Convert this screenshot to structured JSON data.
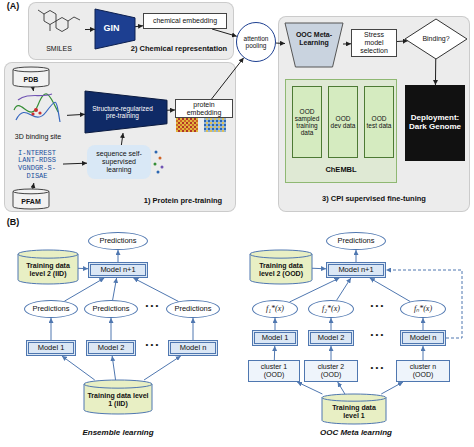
{
  "diagram": {
    "nodes": [
      {
        "text": [
          "2) Chemical representation"
        ]
      },
      {
        "text": [
          "SMILES"
        ],
        "in": 0
      },
      {
        "text": [
          "GIN"
        ],
        "in": 0
      },
      {
        "text": [
          "chemical embedding"
        ],
        "in": 0
      },
      {
        "text": [
          "1) Protein pre-training"
        ]
      },
      {
        "text": [
          "PDB"
        ],
        "in": 4
      },
      {
        "text": [
          "3D binding site"
        ],
        "in": 4
      },
      {
        "text": [
          "I-NTEREST LANT-RDSS VGNDGR-S- DISAE"
        ],
        "in": 4
      },
      {
        "text": [
          "PFAM"
        ],
        "in": 4
      },
      {
        "text": [
          "Structure-regularized pre-training"
        ],
        "in": 4
      },
      {
        "text": [
          "sequence self-supervised learning"
        ],
        "in": 4
      },
      {
        "text": [
          "protein embedding"
        ],
        "in": 4
      },
      {
        "text": [
          "3) CPI supervised fine-tuning"
        ]
      },
      {
        "text": [
          "attention pooling"
        ]
      },
      {
        "text": [
          "OOC Meta-Learning"
        ],
        "in": 12
      },
      {
        "text": [
          "Stress model selection"
        ],
        "in": 12
      },
      {
        "text": [
          "Binding?"
        ],
        "in": 12
      },
      {
        "text": [
          "ChEMBL"
        ],
        "in": 12
      },
      {
        "text": [
          "OOD sampled training data"
        ],
        "in": 17
      },
      {
        "text": [
          "OOD dev data"
        ],
        "in": 17
      },
      {
        "text": [
          "OOD test data"
        ],
        "in": 17
      },
      {
        "text": [
          "Deployment: Dark Genome"
        ],
        "in": 12
      },
      {
        "text": [
          "Predictions"
        ]
      },
      {
        "text": [
          "Model n+1"
        ]
      },
      {
        "text": [
          "Training data level 2 (IID)"
        ]
      },
      {
        "text": [
          "Predictions"
        ]
      },
      {
        "text": [
          "Predictions"
        ]
      },
      {
        "text": [
          "Predictions"
        ]
      },
      {
        "text": [
          "Model 1"
        ]
      },
      {
        "text": [
          "Model 2"
        ]
      },
      {
        "text": [
          "Model n"
        ]
      },
      {
        "text": [
          "Training data level 1 (IID)"
        ]
      },
      {
        "text": [
          "Predictions"
        ]
      },
      {
        "text": [
          "Model n+1"
        ]
      },
      {
        "text": [
          "Training data level 2 (OOD)"
        ]
      },
      {
        "text": [
          "f₁*(x)"
        ]
      },
      {
        "text": [
          "f₂*(x)"
        ]
      },
      {
        "text": [
          "fₙ*(x)"
        ]
      },
      {
        "text": [
          "Model 1"
        ]
      },
      {
        "text": [
          "Model 2"
        ]
      },
      {
        "text": [
          "Model n"
        ]
      },
      {
        "text": [
          "cluster 1 (OOD)"
        ]
      },
      {
        "text": [
          "cluster 2 (OOD)"
        ]
      },
      {
        "text": [
          "cluster n (OOD)"
        ]
      },
      {
        "text": [
          "Training data level 1"
        ]
      }
    ],
    "edges": [
      {
        "from": 1,
        "to": 2,
        "arrow": "to"
      },
      {
        "from": 2,
        "to": 3,
        "arrow": "to"
      },
      {
        "from": 3,
        "to": 13,
        "arrow": "to"
      },
      {
        "from": 11,
        "to": 13,
        "arrow": "to"
      },
      {
        "from": 13,
        "to": 14,
        "arrow": "to"
      },
      {
        "from": 14,
        "to": 15,
        "arrow": "to"
      },
      {
        "from": 15,
        "to": 16,
        "arrow": "to"
      },
      {
        "from": 16,
        "to": 21,
        "arrow": "to"
      },
      {
        "from": 5,
        "to": 6,
        "arrow": "to"
      },
      {
        "from": 8,
        "to": 7,
        "arrow": "to"
      },
      {
        "from": 6,
        "to": 9,
        "arrow": "to"
      },
      {
        "from": 7,
        "to": 10,
        "arrow": "to"
      },
      {
        "from": 10,
        "to": 9,
        "arrow": "to"
      },
      {
        "from": 9,
        "to": 11,
        "arrow": "to"
      },
      {
        "from": 31,
        "to": 28,
        "arrow": "to"
      },
      {
        "from": 31,
        "to": 29,
        "arrow": "to"
      },
      {
        "from": 31,
        "to": 30,
        "arrow": "to"
      },
      {
        "from": 28,
        "to": 25,
        "arrow": "to"
      },
      {
        "from": 29,
        "to": 26,
        "arrow": "to"
      },
      {
        "from": 30,
        "to": 27,
        "arrow": "to"
      },
      {
        "from": 25,
        "to": 23,
        "arrow": "to"
      },
      {
        "from": 26,
        "to": 23,
        "arrow": "to"
      },
      {
        "from": 27,
        "to": 23,
        "arrow": "to"
      },
      {
        "from": 24,
        "to": 23,
        "arrow": "to"
      },
      {
        "from": 23,
        "to": 22,
        "arrow": "to"
      },
      {
        "from": 44,
        "to": 41,
        "arrow": "to"
      },
      {
        "from": 44,
        "to": 42,
        "arrow": "to"
      },
      {
        "from": 44,
        "to": 43,
        "arrow": "to"
      },
      {
        "from": 41,
        "to": 38,
        "arrow": "to"
      },
      {
        "from": 42,
        "to": 39,
        "arrow": "to"
      },
      {
        "from": 43,
        "to": 40,
        "arrow": "to"
      },
      {
        "from": 38,
        "to": 35,
        "arrow": "to"
      },
      {
        "from": 39,
        "to": 36,
        "arrow": "to"
      },
      {
        "from": 40,
        "to": 37,
        "arrow": "to"
      },
      {
        "from": 35,
        "to": 33,
        "arrow": "to"
      },
      {
        "from": 36,
        "to": 33,
        "arrow": "to"
      },
      {
        "from": 37,
        "to": 33,
        "arrow": "to"
      },
      {
        "from": 34,
        "to": 33,
        "arrow": "to"
      },
      {
        "from": 33,
        "to": 32,
        "arrow": "to"
      },
      {
        "from": 40,
        "to": 33,
        "arrow": "to"
      }
    ],
    "labels": [
      "(A)",
      "(B)",
      "Ensemble learning",
      "OOC Meta learning",
      "• • •",
      "• • •",
      "• • •",
      "• • •",
      "• • •"
    ]
  }
}
